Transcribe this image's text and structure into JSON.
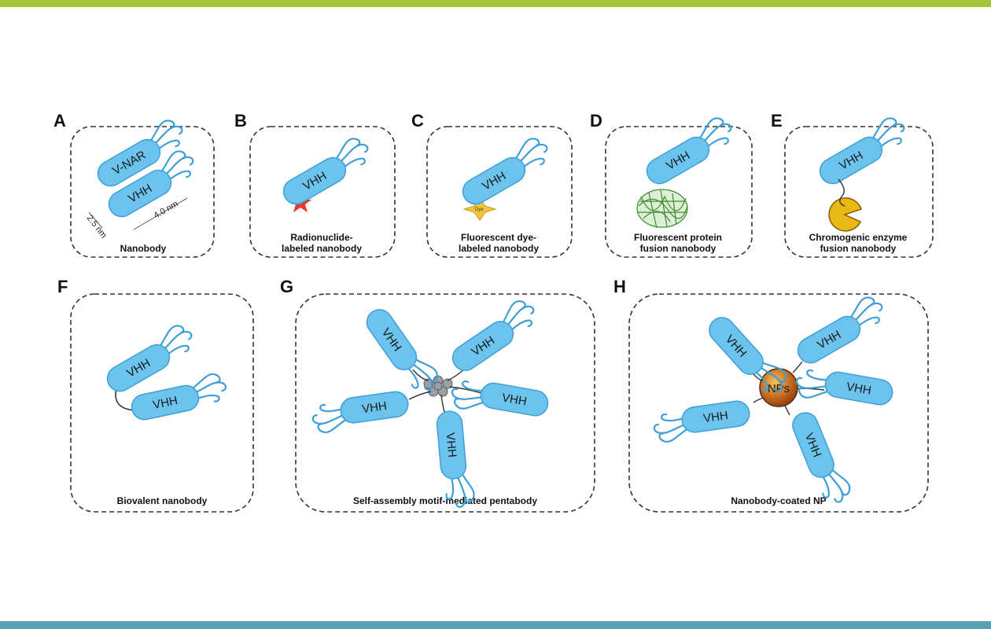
{
  "colors": {
    "top_bar": "#a8c43c",
    "bottom_bar": "#5aa0b4",
    "domain_fill": "#6cc3ee",
    "domain_stroke": "#3d9fd6",
    "np_fill": "#a8501a",
    "star": "#e8392a",
    "dye": "#f2c53a",
    "gfp": "#4fa53a",
    "enzyme": "#e8b814"
  },
  "panels": [
    {
      "letter": "A",
      "caption_lines": [
        "Nanobody"
      ]
    },
    {
      "letter": "B",
      "caption_lines": [
        "Radionuclide-",
        "labeled nanobody"
      ]
    },
    {
      "letter": "C",
      "caption_lines": [
        "Fluorescent dye-",
        "labeled nanobody"
      ]
    },
    {
      "letter": "D",
      "caption_lines": [
        "Fluorescent protein",
        "fusion nanobody"
      ]
    },
    {
      "letter": "E",
      "caption_lines": [
        "Chromogenic enzyme",
        "fusion nanobody"
      ]
    },
    {
      "letter": "F",
      "caption_lines": [
        "Biovalent nanobody"
      ]
    },
    {
      "letter": "G",
      "caption_lines": [
        "Self-assembly motif-mediated pentabody"
      ]
    },
    {
      "letter": "H",
      "caption_lines": [
        "Nanobody-coated NP"
      ]
    }
  ],
  "labels": {
    "vhh": "VHH",
    "vnar": "V-NAR",
    "np": "NPs",
    "dim_width": "2.5 nm",
    "dim_length": "4.0 nm",
    "dye_mark": "Dye"
  }
}
